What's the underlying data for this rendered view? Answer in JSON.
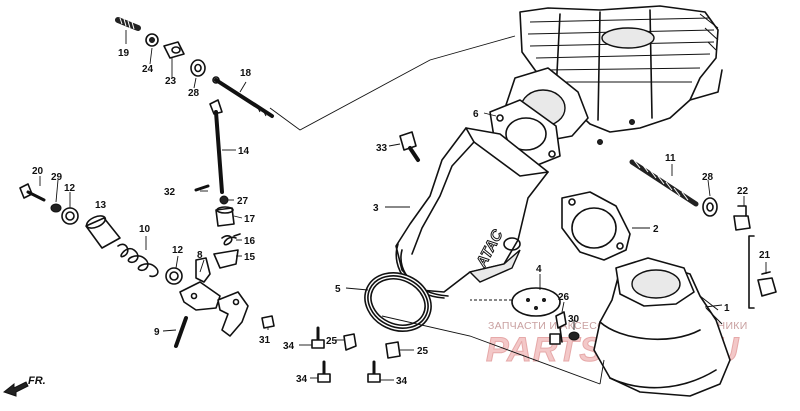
{
  "diagram": {
    "callouts": {
      "c1": "1",
      "c2": "2",
      "c3": "3",
      "c4": "4",
      "c5": "5",
      "c6": "6",
      "c8": "8",
      "c9": "9",
      "c10": "10",
      "c11": "11",
      "c12a": "12",
      "c12b": "12",
      "c13": "13",
      "c14": "14",
      "c15": "15",
      "c16": "16",
      "c17": "17",
      "c18": "18",
      "c19": "19",
      "c20": "20",
      "c21": "21",
      "c22": "22",
      "c23": "23",
      "c24": "24",
      "c25a": "25",
      "c25b": "25",
      "c26": "26",
      "c27": "27",
      "c28a": "28",
      "c28b": "28",
      "c29": "29",
      "c30": "30",
      "c31": "31",
      "c32": "32",
      "c33": "33",
      "c34a": "34",
      "c34b": "34",
      "c34c": "34"
    },
    "part_marking": "ATAC",
    "direction_label": "FR."
  },
  "watermark": {
    "line1": "ЗАПЧАСТИ И АКСЕССУАРЫ ДЛЯ МОТОТЕХНИКИ",
    "line2": "PARTSFOR.RU"
  }
}
